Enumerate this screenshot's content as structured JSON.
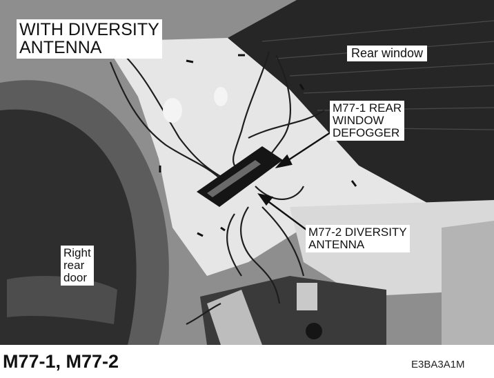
{
  "labels": {
    "with_diversity_antenna": "WITH DIVERSITY\nANTENNA",
    "rear_window": "Rear window",
    "m77_1": "M77-1 REAR\nWINDOW\nDEFOGGER",
    "m77_2": "M77-2 DIVERSITY\nANTENNA",
    "right_rear_door": "Right\nrear\ndoor"
  },
  "caption": "M77-1, M77-2",
  "figure_code": "E3BA3A1M"
}
